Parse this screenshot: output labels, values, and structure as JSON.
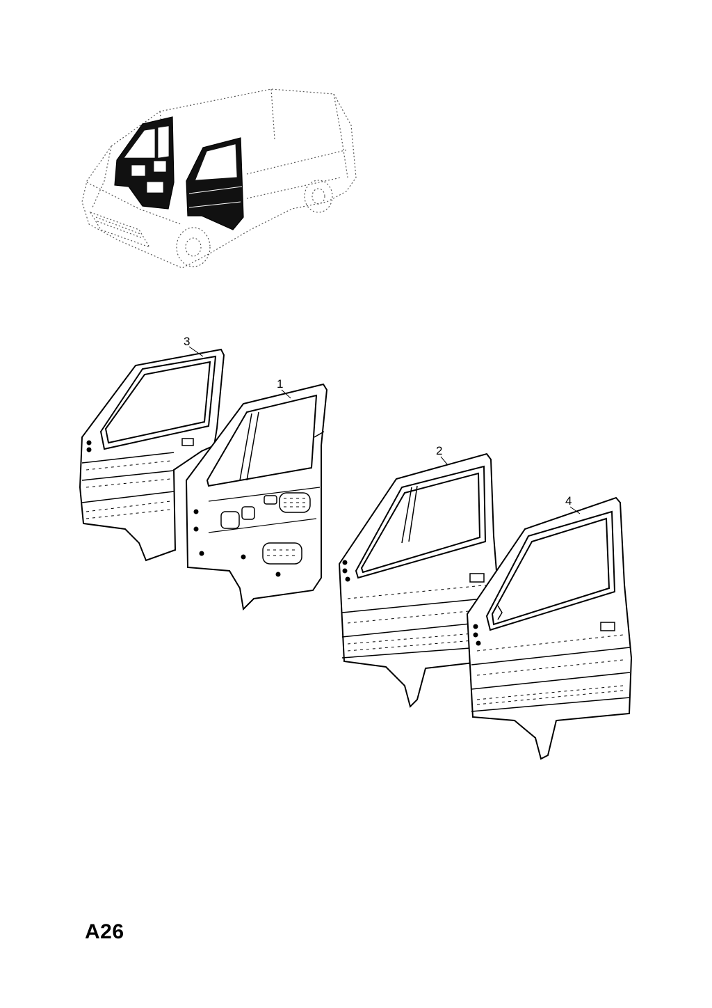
{
  "page": {
    "code": "A26"
  },
  "callouts": [
    {
      "id": "part-1",
      "label": "1"
    },
    {
      "id": "part-2",
      "label": "2"
    },
    {
      "id": "part-3",
      "label": "3"
    },
    {
      "id": "part-4",
      "label": "4"
    }
  ],
  "colors": {
    "ink": "#000000",
    "paper": "#ffffff",
    "vehicle_outline": "#555555"
  },
  "icons": {
    "locator": "van-locator-icon"
  }
}
